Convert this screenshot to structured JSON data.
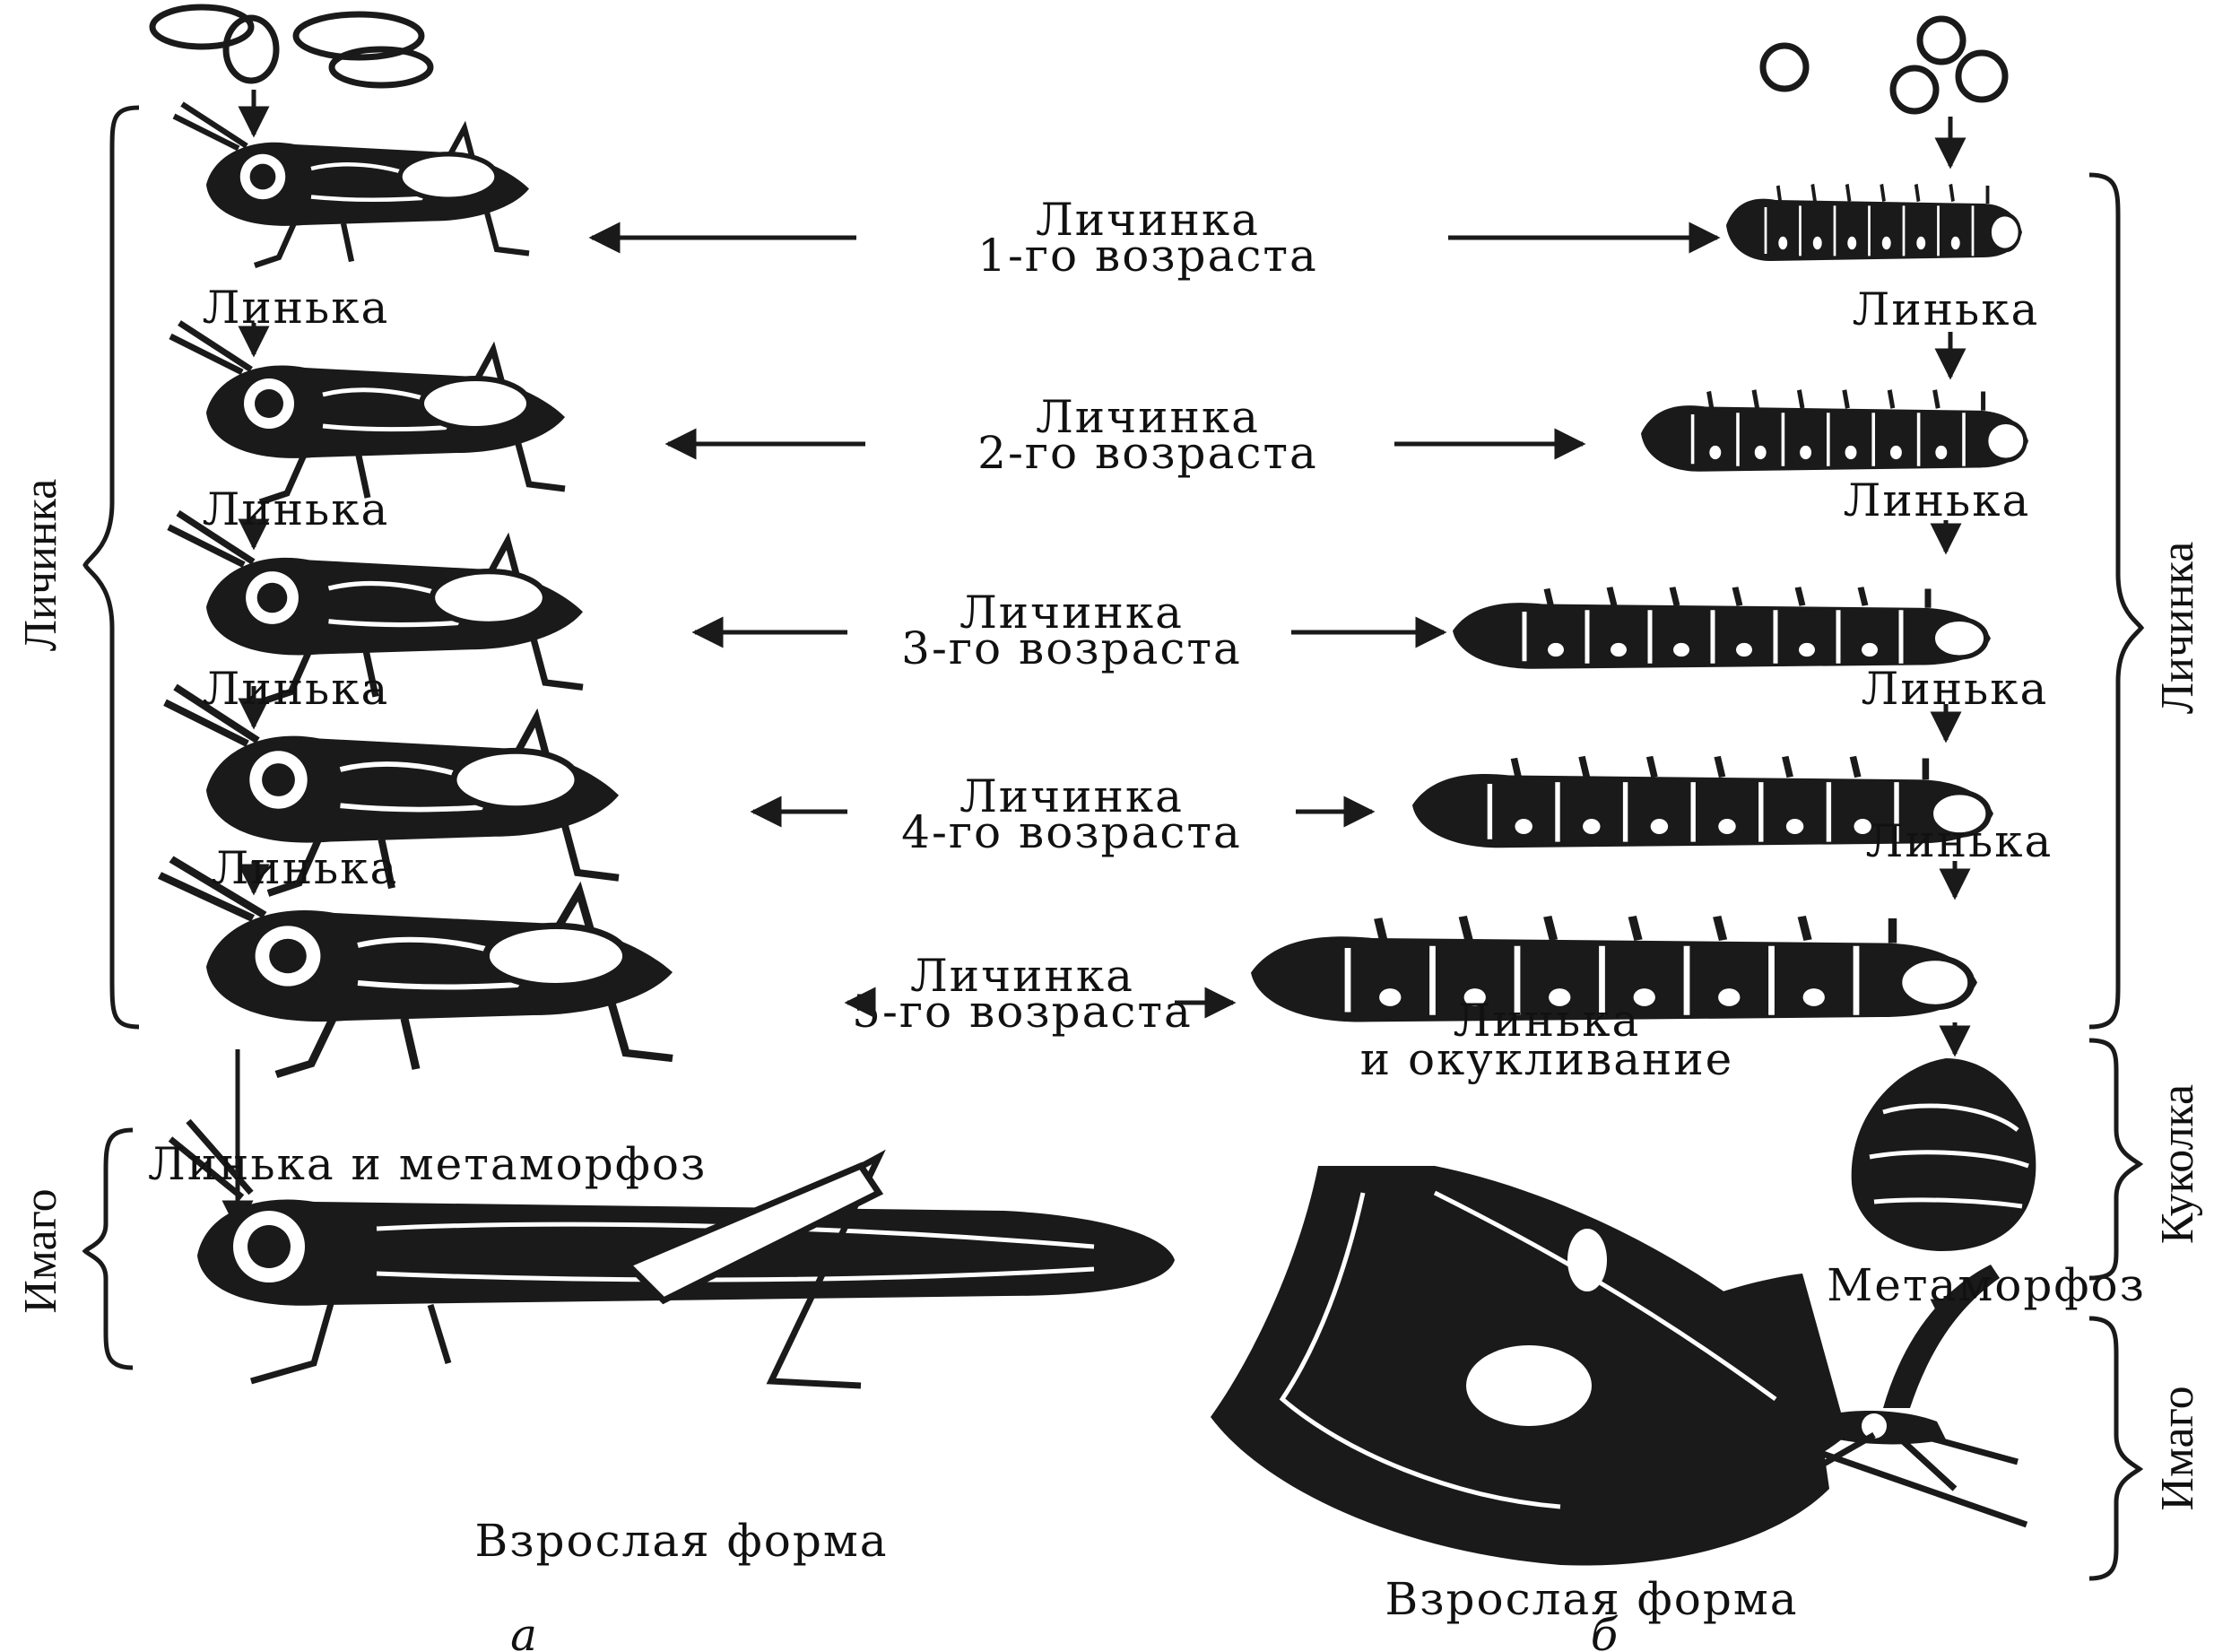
{
  "stage_labels": {
    "instar_1": [
      "Личинка",
      "1-го возраста"
    ],
    "instar_2": [
      "Личинка",
      "2-го возраста"
    ],
    "instar_3": [
      "Личинка",
      "3-го возраста"
    ],
    "instar_4": [
      "Личинка",
      "4-го возраста"
    ],
    "instar_5": [
      "Личинка",
      "5-го возраста"
    ]
  },
  "left": {
    "molt": "Линька",
    "molt_metamorphosis": "Линька и метаморфоз",
    "adult": "Взрослая форма",
    "panel_letter": "а",
    "bracket_larva": "Личинка",
    "bracket_imago": "Имаго"
  },
  "right": {
    "molt": "Линька",
    "molt_pupation": [
      "Линька",
      "и окукливание"
    ],
    "metamorphosis": "Метаморфоз",
    "adult": "Взрослая форма",
    "panel_letter": "б",
    "bracket_larva": "Личинка",
    "bracket_pupa": "Куколка",
    "bracket_imago": "Имаго"
  }
}
